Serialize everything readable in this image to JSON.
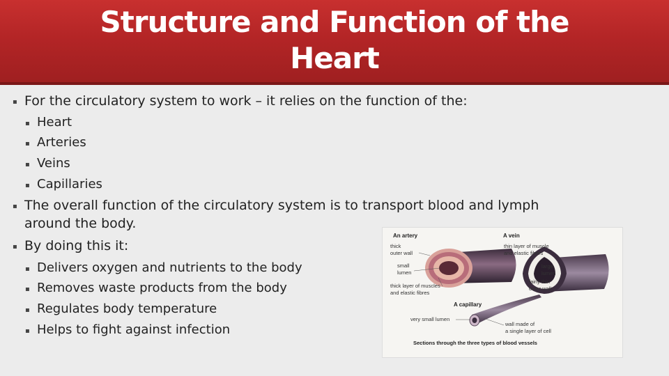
{
  "slide": {
    "title_line1": "Structure and Function of the",
    "title_line2": "Heart"
  },
  "content": {
    "intro": "For the circulatory system to work – it relies on the function of the:",
    "components": [
      "Heart",
      "Arteries",
      "Veins",
      "Capillaries"
    ],
    "overall_line1": "The overall function of the circulatory system is to transport blood and lymph",
    "overall_line2": "around the body.",
    "by_doing": "By doing this it:",
    "functions": [
      "Delivers oxygen and nutrients to the body",
      "Removes waste products from the body",
      "Regulates body temperature",
      "Helps to fight against infection"
    ]
  },
  "figure": {
    "artery_heading": "An artery",
    "artery_labels": [
      "thick",
      "outer wall",
      "small",
      "lumen",
      "thick layer of muscles",
      "and elastic fibres"
    ],
    "vein_heading": "A vein",
    "vein_labels": [
      "thin layer of muscle",
      "and elastic fibers",
      "large",
      "lumen",
      "fairly thin",
      "outer wall"
    ],
    "capillary_heading": "A capillary",
    "capillary_labels": [
      "very small lumen",
      "wall made of",
      "a single layer of cell"
    ],
    "caption": "Sections through the three types of blood vessels"
  },
  "colors": {
    "title_bar": "#b32526",
    "title_text": "#ffffff",
    "background": "#ececec",
    "body_text": "#222222"
  }
}
